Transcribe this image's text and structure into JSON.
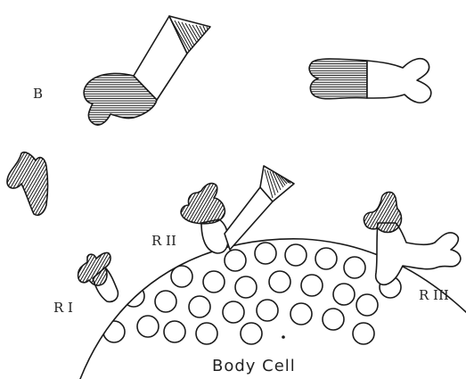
{
  "labels": {
    "b": "B",
    "r1": "R I",
    "r2": "R II",
    "r3": "R III",
    "body_cell": "Body Cell"
  }
}
